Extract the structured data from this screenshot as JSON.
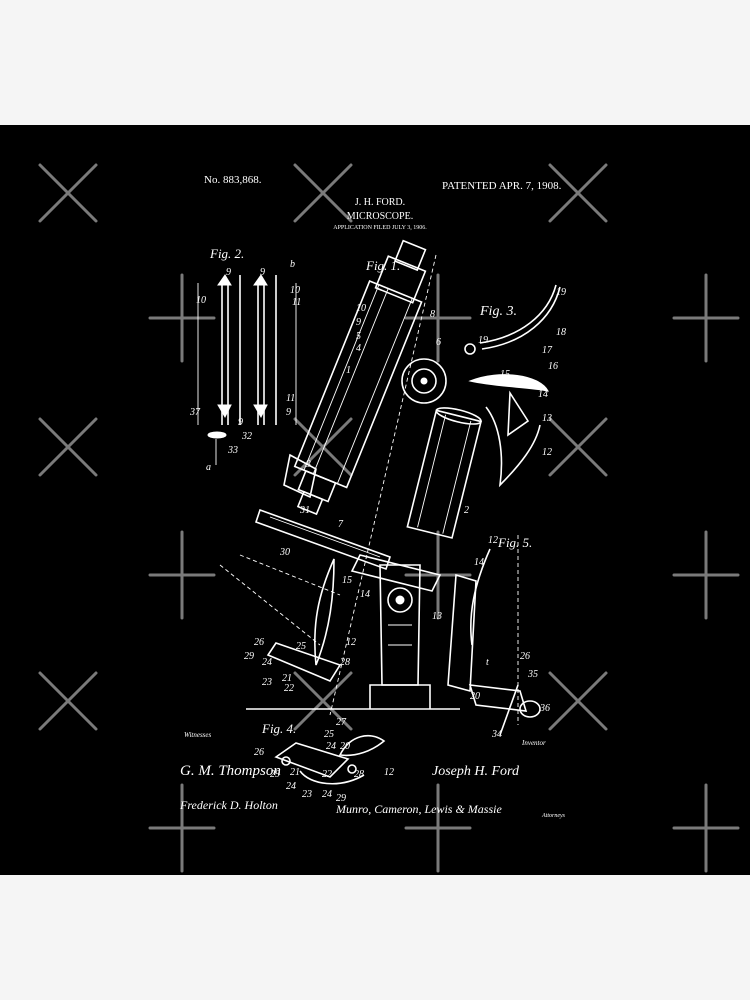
{
  "patent": {
    "number": "No. 883,868.",
    "date": "PATENTED APR. 7, 1908.",
    "inventor_name": "J. H. FORD.",
    "title": "MICROSCOPE.",
    "application": "APPLICATION FILED JULY 3, 1906."
  },
  "figures": {
    "fig1": "Fig. 1.",
    "fig2": "Fig. 2.",
    "fig3": "Fig. 3.",
    "fig4": "Fig. 4.",
    "fig5": "Fig. 5."
  },
  "labels": {
    "witnesses": "Witnesses",
    "inventor": "Inventor",
    "attorneys": "Attorneys"
  },
  "signatures": {
    "witness_1": "G. M. Thompson",
    "witness_2": "Frederick D. Holton",
    "inventor": "Joseph H. Ford",
    "attorneys": "Munro, Cameron, Lewis & Massie"
  },
  "colors": {
    "background": "#000000",
    "drawing": "#ffffff",
    "watermark": "#7a7a7a",
    "page": "#f5f5f5"
  }
}
